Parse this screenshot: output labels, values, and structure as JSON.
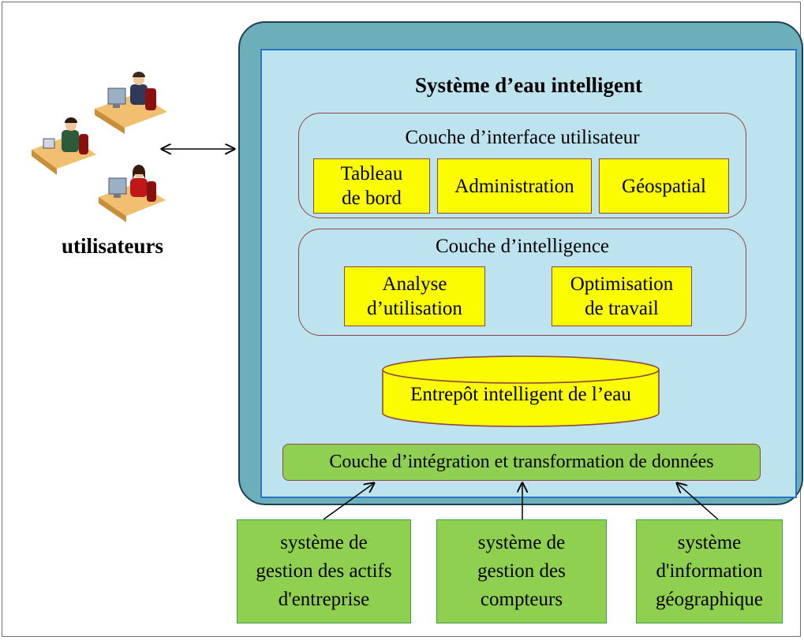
{
  "diagram": {
    "system_title": "Système d’eau intelligent",
    "ui_layer": {
      "title": "Couche d’interface utilisateur",
      "boxes": [
        {
          "line1": "Tableau",
          "line2": "de bord"
        },
        {
          "line1": "Administration"
        },
        {
          "line1": "Géospatial"
        }
      ]
    },
    "intel_layer": {
      "title": "Couche d’intelligence",
      "boxes": [
        {
          "line1": "Analyse",
          "line2": "d’utilisation"
        },
        {
          "line1": "Optimisation",
          "line2": "de travail"
        }
      ]
    },
    "warehouse": "Entrepôt intelligent de l’eau",
    "integration_layer": "Couche d’intégration et transformation de données",
    "sources": [
      {
        "line1": "système de",
        "line2": "gestion des actifs",
        "line3": "d'entreprise"
      },
      {
        "line1": "système de",
        "line2": "gestion des",
        "line3": "compteurs"
      },
      {
        "line1": "système",
        "line2": "d'information",
        "line3": "géographique"
      }
    ],
    "users_label": "utilisateurs",
    "colors": {
      "outer_fill": "#6caeb9",
      "inner_fill": "#bde3ee",
      "module_fill": "#fcfc00",
      "integration_fill": "#8fcf52",
      "source_fill": "#90d050",
      "layer_border": "#8f4646"
    }
  }
}
